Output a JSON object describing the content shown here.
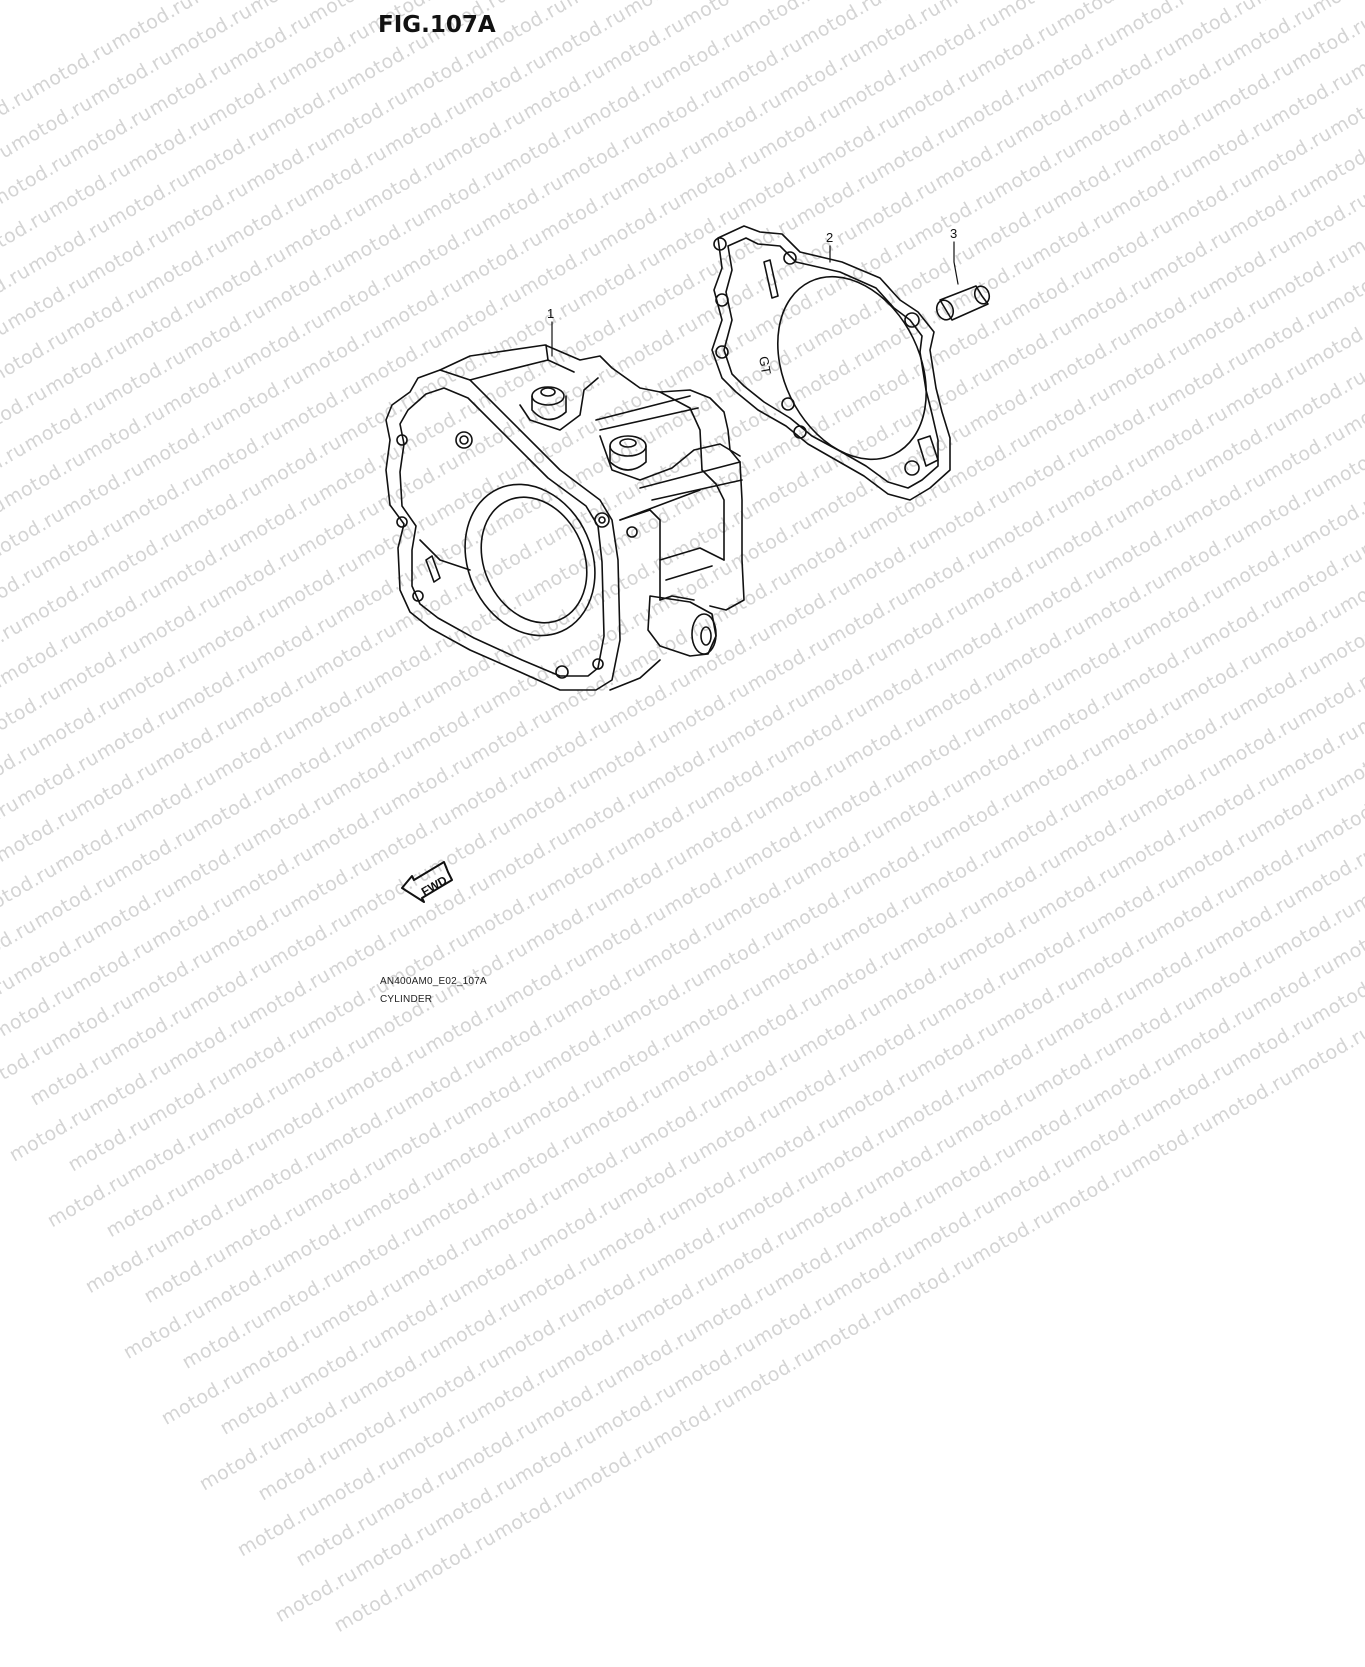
{
  "figure": {
    "title": "FIG.107A",
    "code": "AN400AM0_E02_107A",
    "name": "CYLINDER"
  },
  "watermark": {
    "text": "motod.ru"
  },
  "parts": [
    {
      "ref": "1"
    },
    {
      "ref": "2"
    },
    {
      "ref": "3"
    }
  ],
  "fwd_marker": {
    "label": "FWD"
  },
  "colors": {
    "line": "#111111",
    "watermark": "#d4d4d4",
    "background": "#ffffff"
  }
}
